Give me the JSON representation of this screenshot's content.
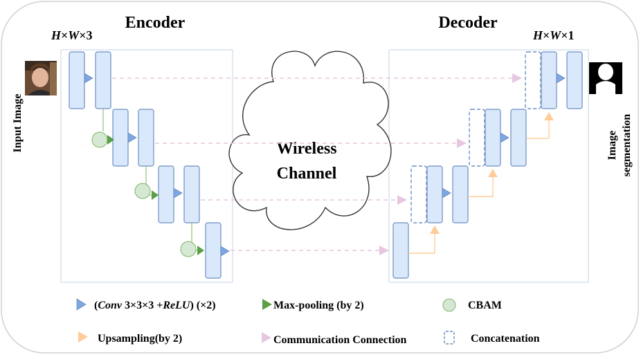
{
  "encoder": {
    "title": "Encoder",
    "input_dim_main": "H",
    "input_dim_x1": "×",
    "input_dim_w": "W",
    "input_dim_tail": "×3",
    "side_label": "Input Image"
  },
  "decoder": {
    "title": "Decoder",
    "output_dim_main": "H",
    "output_dim_x1": "×",
    "output_dim_w": "W",
    "output_dim_tail": "×1",
    "side_label_line1": "Image",
    "side_label_line2": "segmentation"
  },
  "channel": {
    "line1": "Wireless",
    "line2": "Channel"
  },
  "legend": {
    "conv_open": "(",
    "conv_italic": "Conv",
    "conv_mid": " 3×3×3 +",
    "conv_relu": "ReLU",
    "conv_close": ") (×2)",
    "maxpool": "Max-pooling (by  2)",
    "cbam": "CBAM",
    "upsampling": "Upsampling(by 2)",
    "communication": "Communication Connection",
    "concatenation": "Concatenation"
  },
  "colors": {
    "block_fill": "#dae8fc",
    "block_stroke": "#6c8ebf",
    "conv_triangle": "#7ea6e0",
    "maxpool_green": "#5a9e47",
    "cbam_fill": "#d5e8d4",
    "cbam_stroke": "#82b366",
    "upsample_orange": "#ffcc99",
    "comm_pink": "#e6c7df",
    "concat_blue": "#6c8ebf"
  }
}
